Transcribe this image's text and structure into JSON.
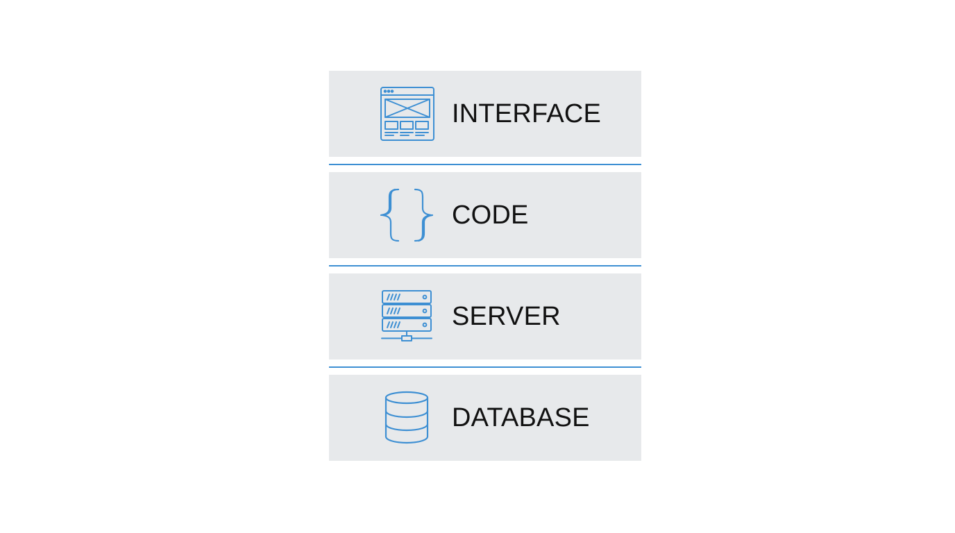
{
  "accent_color": "#3d8fd3",
  "layers": [
    {
      "label": "INTERFACE",
      "icon": "browser-window-icon"
    },
    {
      "label": "CODE",
      "icon": "curly-braces-icon"
    },
    {
      "label": "SERVER",
      "icon": "server-rack-icon"
    },
    {
      "label": "DATABASE",
      "icon": "database-icon"
    }
  ]
}
